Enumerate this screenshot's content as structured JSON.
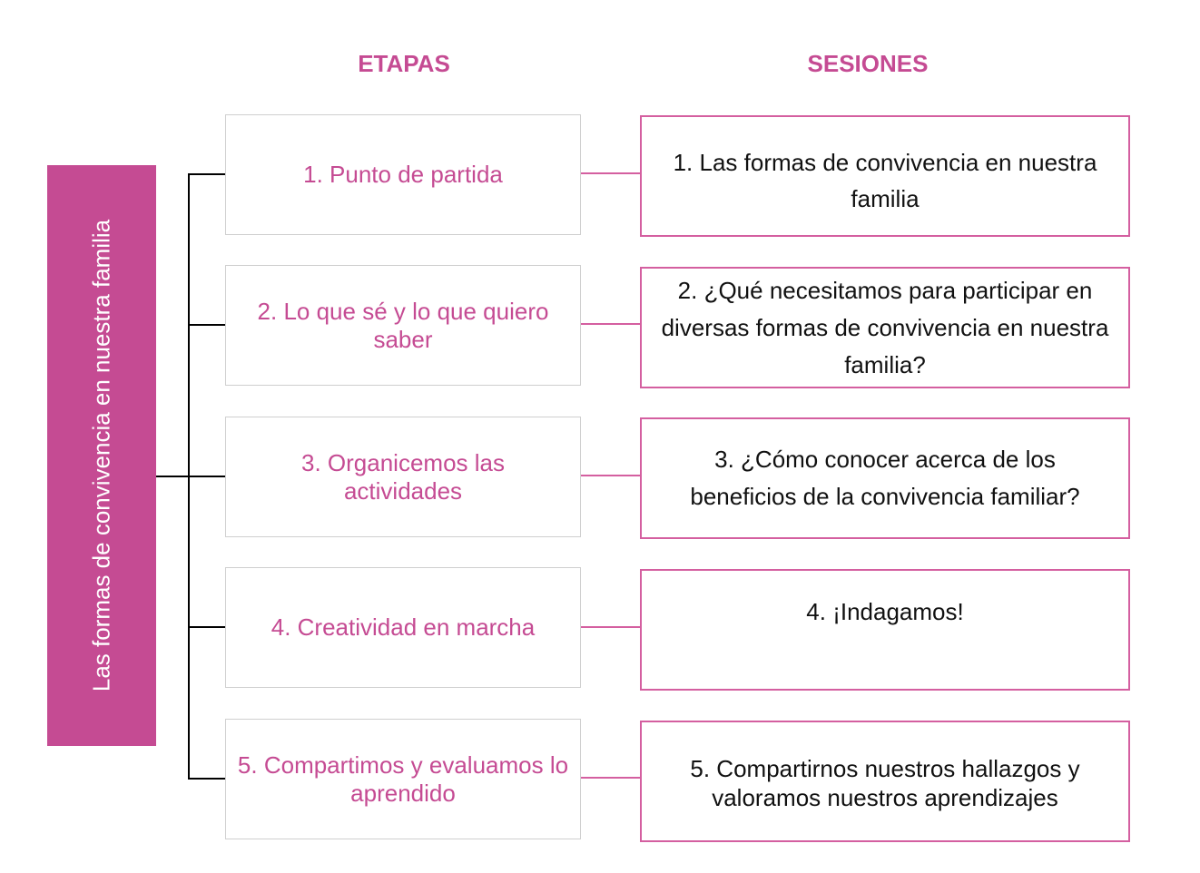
{
  "headers": {
    "etapas": "ETAPAS",
    "sesiones": "SESIONES"
  },
  "side_label": "Las formas de convivencia en nuestra familia",
  "stages": [
    "1. Punto de partida",
    "2. Lo que sé y lo que quiero saber",
    "3. Organicemos las actividades",
    "4. Creatividad en marcha",
    "5. Compartimos y evaluamos lo aprendido"
  ],
  "sessions": [
    "1. Las formas de convivencia en nuestra familia",
    "2.  ¿Qué necesitamos para participar en diversas formas de convivencia en nuestra familia?",
    "3. ¿Cómo conocer acerca de los beneficios de la convivencia familiar?",
    "4. ¡Indagamos!",
    "5. Compartirnos nuestros hallazgos y valoramos nuestros aprendizajes"
  ],
  "colors": {
    "accent": "#c54b93",
    "border_pink": "#d45fa0",
    "border_gray": "#cfcfcf"
  }
}
